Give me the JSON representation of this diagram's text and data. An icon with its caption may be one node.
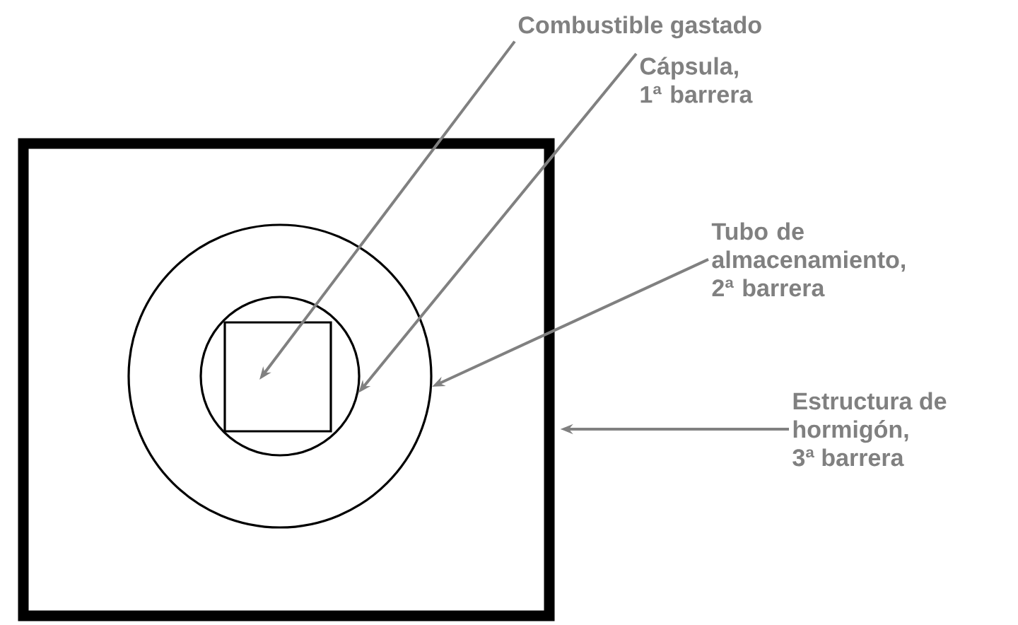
{
  "diagram": {
    "nodes": [
      {
        "text": [],
        "shape": "box"
      },
      {
        "text": [],
        "shape": "circle",
        "in": 0
      },
      {
        "text": [],
        "shape": "circle",
        "in": 1
      },
      {
        "text": [],
        "shape": "box",
        "in": 2
      },
      {
        "text": [
          "Combustible gastado"
        ]
      },
      {
        "text": [
          "Cápsula, 1ª barrera"
        ]
      },
      {
        "text": [
          "Tubo de almacenamiento, 2ª barrera"
        ]
      },
      {
        "text": [
          "Estructura de hormigón, 3ª barrera"
        ]
      }
    ],
    "edges": [
      {
        "from": 4,
        "to": 3,
        "arrow": "to"
      },
      {
        "from": 5,
        "to": 2,
        "arrow": "to"
      },
      {
        "from": 6,
        "to": 1,
        "arrow": "to"
      },
      {
        "from": 7,
        "to": 0,
        "arrow": "to"
      }
    ]
  }
}
